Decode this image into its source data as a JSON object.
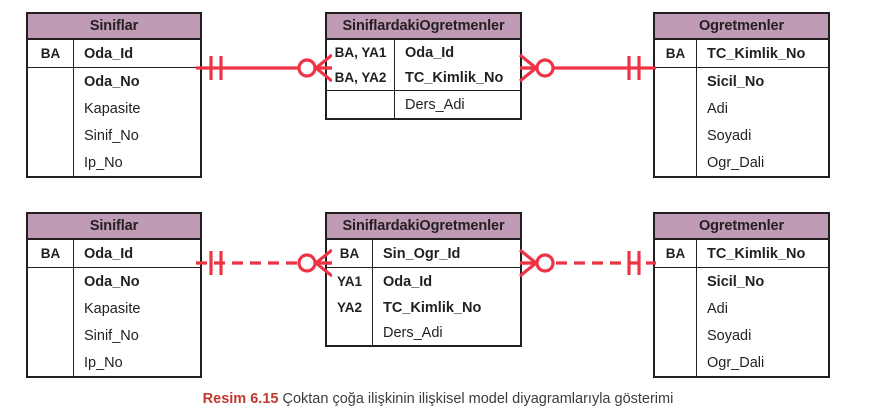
{
  "diagram": {
    "title": "Coktan coga iliski - iliskisel model diyagrami",
    "accent_red": "#ee3344",
    "header_fill": "#bf9bb5",
    "border_color": "#231f20"
  },
  "rows": [
    {
      "id": "row-top",
      "line_style": "solid",
      "tables": [
        {
          "name": "Siniflar",
          "title": "Siniflar",
          "blocks": [
            {
              "fields": [
                {
                  "key": "BA",
                  "attr": "Oda_Id",
                  "bold": true
                }
              ]
            },
            {
              "fields": [
                {
                  "key": "",
                  "attr": "Oda_No",
                  "bold": true
                },
                {
                  "key": "",
                  "attr": "Kapasite",
                  "bold": false
                },
                {
                  "key": "",
                  "attr": "Sinif_No",
                  "bold": false
                },
                {
                  "key": "",
                  "attr": "Ip_No",
                  "bold": false
                }
              ]
            }
          ]
        },
        {
          "name": "SiniflardakiOgretmenler",
          "title": "SiniflardakiOgretmenler",
          "blocks": [
            {
              "fields": [
                {
                  "key": "BA, YA1",
                  "attr": "Oda_Id",
                  "bold": true
                },
                {
                  "key": "BA, YA2",
                  "attr": "TC_Kimlik_No",
                  "bold": true
                }
              ]
            },
            {
              "fields": [
                {
                  "key": "",
                  "attr": "Ders_Adi",
                  "bold": false
                }
              ]
            }
          ]
        },
        {
          "name": "Ogretmenler",
          "title": "Ogretmenler",
          "blocks": [
            {
              "fields": [
                {
                  "key": "BA",
                  "attr": "TC_Kimlik_No",
                  "bold": true
                }
              ]
            },
            {
              "fields": [
                {
                  "key": "",
                  "attr": "Sicil_No",
                  "bold": true
                },
                {
                  "key": "",
                  "attr": "Adi",
                  "bold": false
                },
                {
                  "key": "",
                  "attr": "Soyadi",
                  "bold": false
                },
                {
                  "key": "",
                  "attr": "Ogr_Dali",
                  "bold": false
                }
              ]
            }
          ]
        }
      ],
      "connectors": [
        {
          "name": "relationship-left-top",
          "left_symbol": "one-mandatory",
          "right_symbol": "zero-or-many"
        },
        {
          "name": "relationship-right-top",
          "left_symbol": "zero-or-many",
          "right_symbol": "one-mandatory"
        }
      ]
    },
    {
      "id": "row-bottom",
      "line_style": "dashed",
      "tables": [
        {
          "name": "Siniflar",
          "title": "Siniflar",
          "blocks": [
            {
              "fields": [
                {
                  "key": "BA",
                  "attr": "Oda_Id",
                  "bold": true
                }
              ]
            },
            {
              "fields": [
                {
                  "key": "",
                  "attr": "Oda_No",
                  "bold": true
                },
                {
                  "key": "",
                  "attr": "Kapasite",
                  "bold": false
                },
                {
                  "key": "",
                  "attr": "Sinif_No",
                  "bold": false
                },
                {
                  "key": "",
                  "attr": "Ip_No",
                  "bold": false
                }
              ]
            }
          ]
        },
        {
          "name": "SiniflardakiOgretmenler",
          "title": "SiniflardakiOgretmenler",
          "blocks": [
            {
              "fields": [
                {
                  "key": "BA",
                  "attr": "Sin_Ogr_Id",
                  "bold": true
                }
              ]
            },
            {
              "fields": [
                {
                  "key": "YA1",
                  "attr": "Oda_Id",
                  "bold": true
                },
                {
                  "key": "YA2",
                  "attr": "TC_Kimlik_No",
                  "bold": true
                },
                {
                  "key": "",
                  "attr": "Ders_Adi",
                  "bold": false
                }
              ]
            }
          ]
        },
        {
          "name": "Ogretmenler",
          "title": "Ogretmenler",
          "blocks": [
            {
              "fields": [
                {
                  "key": "BA",
                  "attr": "TC_Kimlik_No",
                  "bold": true
                }
              ]
            },
            {
              "fields": [
                {
                  "key": "",
                  "attr": "Sicil_No",
                  "bold": true
                },
                {
                  "key": "",
                  "attr": "Adi",
                  "bold": false
                },
                {
                  "key": "",
                  "attr": "Soyadi",
                  "bold": false
                },
                {
                  "key": "",
                  "attr": "Ogr_Dali",
                  "bold": false
                }
              ]
            }
          ]
        }
      ],
      "connectors": [
        {
          "name": "relationship-left-bottom",
          "left_symbol": "one-mandatory",
          "right_symbol": "zero-or-many"
        },
        {
          "name": "relationship-right-bottom",
          "left_symbol": "zero-or-many",
          "right_symbol": "one-mandatory"
        }
      ]
    }
  ],
  "caption": {
    "figure_number": "Resim 6.15",
    "text": " Çoktan çoğa ilişkinin ilişkisel model diyagramlarıyla gösterimi"
  }
}
